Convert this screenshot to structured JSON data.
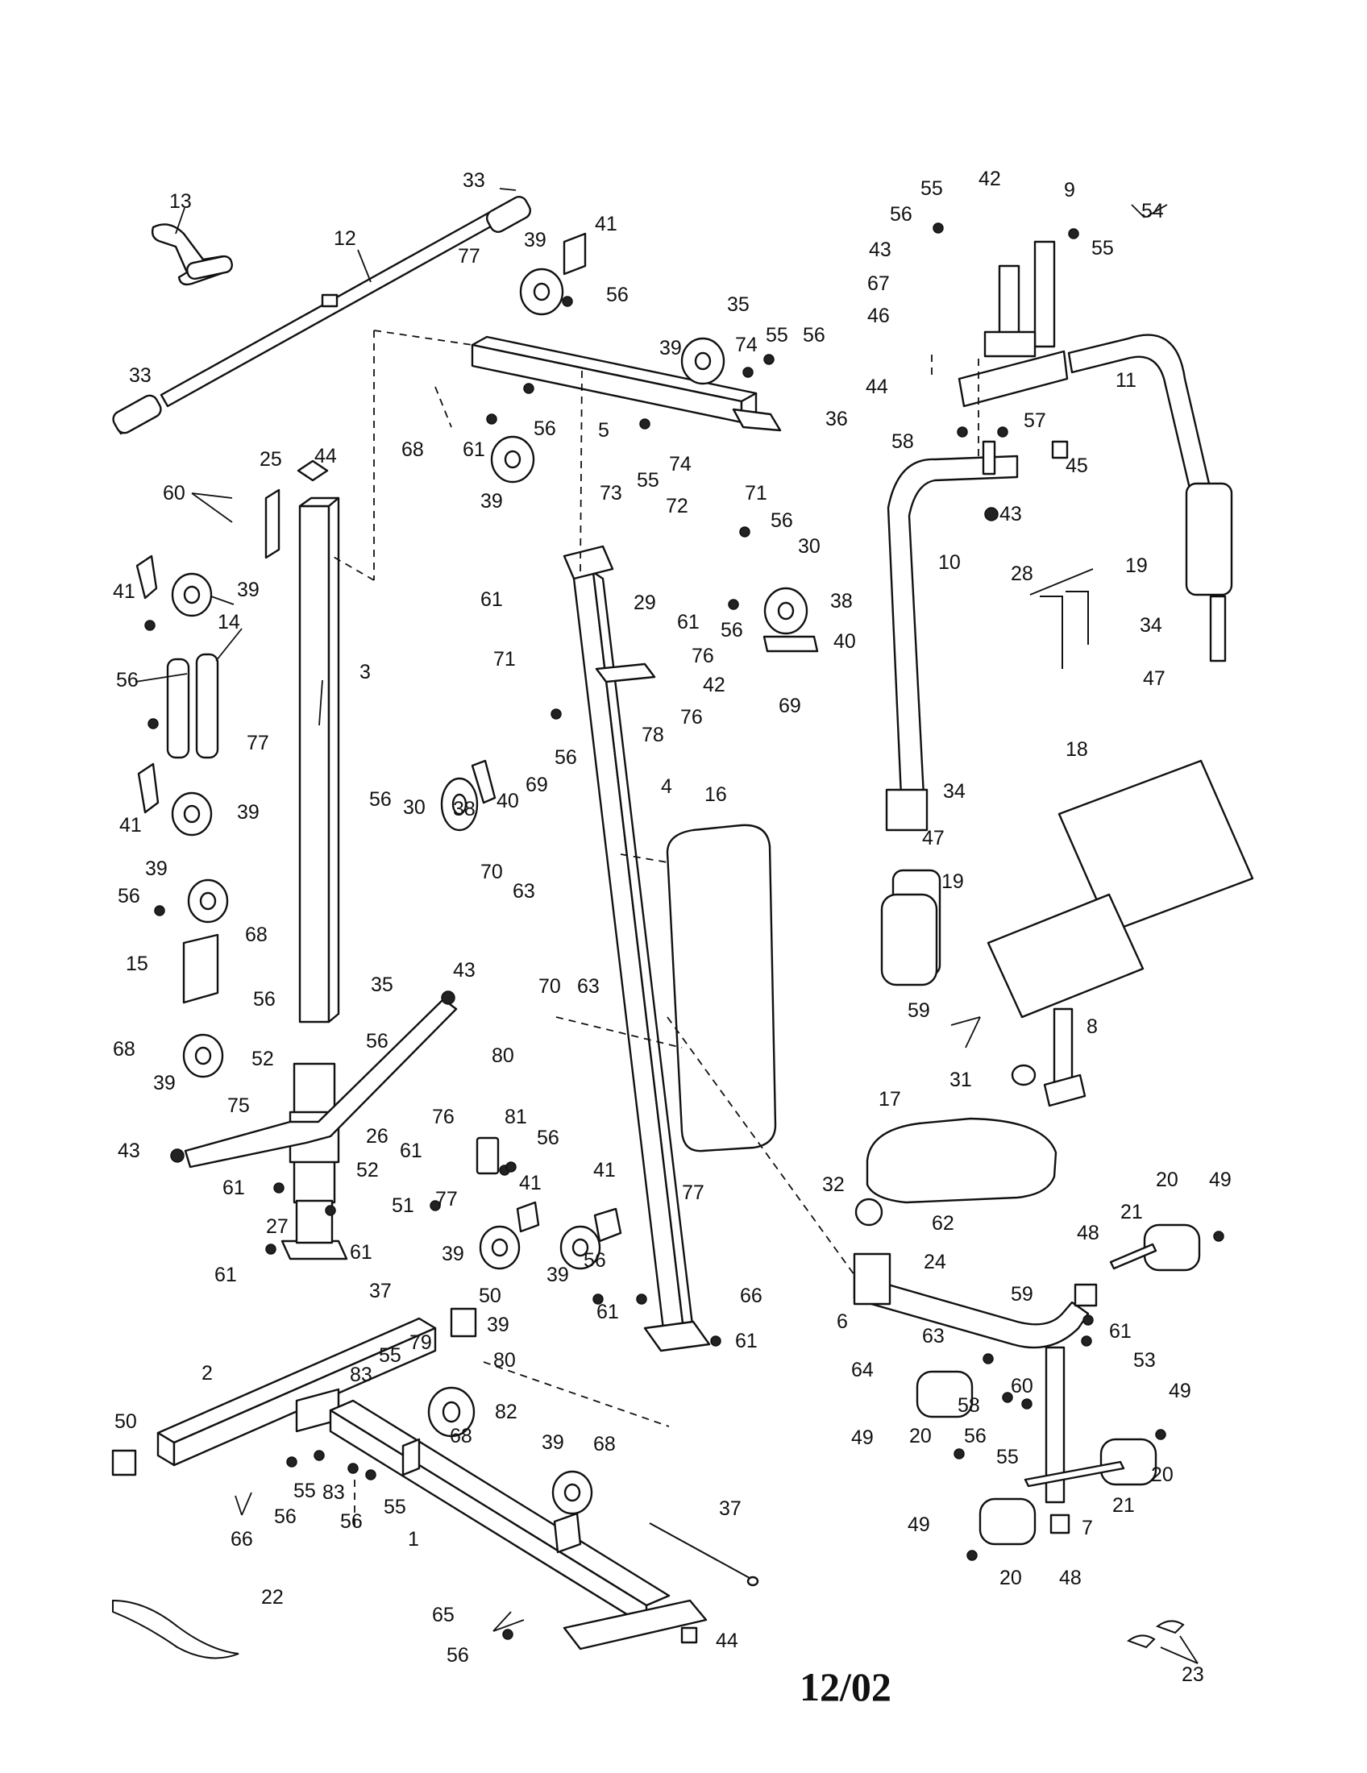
{
  "page_code": "12/02",
  "callouts": [
    {
      "id": "c13",
      "text": "13"
    },
    {
      "id": "c12",
      "text": "12"
    },
    {
      "id": "c33a",
      "text": "33"
    },
    {
      "id": "c33b",
      "text": "33"
    },
    {
      "id": "c77a",
      "text": "77"
    },
    {
      "id": "c39a",
      "text": "39"
    },
    {
      "id": "c41a",
      "text": "41"
    },
    {
      "id": "c56a",
      "text": "56"
    },
    {
      "id": "c35a",
      "text": "35"
    },
    {
      "id": "c39b",
      "text": "39"
    },
    {
      "id": "c74a",
      "text": "74"
    },
    {
      "id": "c55a",
      "text": "55"
    },
    {
      "id": "c56b",
      "text": "56"
    },
    {
      "id": "c5",
      "text": "5"
    },
    {
      "id": "c56c",
      "text": "56"
    },
    {
      "id": "c68a",
      "text": "68"
    },
    {
      "id": "c61a",
      "text": "61"
    },
    {
      "id": "c39c",
      "text": "39"
    },
    {
      "id": "c73",
      "text": "73"
    },
    {
      "id": "c55b",
      "text": "55"
    },
    {
      "id": "c74b",
      "text": "74"
    },
    {
      "id": "c60",
      "text": "60"
    },
    {
      "id": "c25",
      "text": "25"
    },
    {
      "id": "c44a",
      "text": "44"
    },
    {
      "id": "c41b",
      "text": "41"
    },
    {
      "id": "c39d",
      "text": "39"
    },
    {
      "id": "c14",
      "text": "14"
    },
    {
      "id": "c56d",
      "text": "56"
    },
    {
      "id": "c77b",
      "text": "77"
    },
    {
      "id": "c41c",
      "text": "41"
    },
    {
      "id": "c39e",
      "text": "39"
    },
    {
      "id": "c3",
      "text": "3"
    },
    {
      "id": "c39f",
      "text": "39"
    },
    {
      "id": "c56e",
      "text": "56"
    },
    {
      "id": "c15",
      "text": "15"
    },
    {
      "id": "c68b",
      "text": "68"
    },
    {
      "id": "c56f",
      "text": "56"
    },
    {
      "id": "c68c",
      "text": "68"
    },
    {
      "id": "c39g",
      "text": "39"
    },
    {
      "id": "c52a",
      "text": "52"
    },
    {
      "id": "c75",
      "text": "75"
    },
    {
      "id": "c35b",
      "text": "35"
    },
    {
      "id": "c56g",
      "text": "56"
    },
    {
      "id": "c43a",
      "text": "43"
    },
    {
      "id": "c26",
      "text": "26"
    },
    {
      "id": "c43b",
      "text": "43"
    },
    {
      "id": "c61b",
      "text": "61"
    },
    {
      "id": "c52b",
      "text": "52"
    },
    {
      "id": "c27",
      "text": "27"
    },
    {
      "id": "c51",
      "text": "51"
    },
    {
      "id": "c61c",
      "text": "61"
    },
    {
      "id": "c61d",
      "text": "61"
    },
    {
      "id": "c37a",
      "text": "37"
    },
    {
      "id": "c72",
      "text": "72"
    },
    {
      "id": "c61e",
      "text": "61"
    },
    {
      "id": "c71a",
      "text": "71"
    },
    {
      "id": "c56h",
      "text": "56"
    },
    {
      "id": "c30a",
      "text": "30"
    },
    {
      "id": "c38a",
      "text": "38"
    },
    {
      "id": "c29",
      "text": "29"
    },
    {
      "id": "c61f",
      "text": "61"
    },
    {
      "id": "c56i",
      "text": "56"
    },
    {
      "id": "c76a",
      "text": "76"
    },
    {
      "id": "c40a",
      "text": "40"
    },
    {
      "id": "c71b",
      "text": "71"
    },
    {
      "id": "c42a",
      "text": "42"
    },
    {
      "id": "c76b",
      "text": "76"
    },
    {
      "id": "c78",
      "text": "78"
    },
    {
      "id": "c69a",
      "text": "69"
    },
    {
      "id": "c56j",
      "text": "56"
    },
    {
      "id": "c56k",
      "text": "56"
    },
    {
      "id": "c30b",
      "text": "30"
    },
    {
      "id": "c38b",
      "text": "38"
    },
    {
      "id": "c40b",
      "text": "40"
    },
    {
      "id": "c69b",
      "text": "69"
    },
    {
      "id": "c4",
      "text": "4"
    },
    {
      "id": "c16",
      "text": "16"
    },
    {
      "id": "c70a",
      "text": "70"
    },
    {
      "id": "c63a",
      "text": "63"
    },
    {
      "id": "c70b",
      "text": "70"
    },
    {
      "id": "c63b",
      "text": "63"
    },
    {
      "id": "c80a",
      "text": "80"
    },
    {
      "id": "c76c",
      "text": "76"
    },
    {
      "id": "c81",
      "text": "81"
    },
    {
      "id": "c61g",
      "text": "61"
    },
    {
      "id": "c56l",
      "text": "56"
    },
    {
      "id": "c77c",
      "text": "77"
    },
    {
      "id": "c41d",
      "text": "41"
    },
    {
      "id": "c41e",
      "text": "41"
    },
    {
      "id": "c39h",
      "text": "39"
    },
    {
      "id": "c39i",
      "text": "39"
    },
    {
      "id": "c56m",
      "text": "56"
    },
    {
      "id": "c77d",
      "text": "77"
    },
    {
      "id": "c61h",
      "text": "61"
    },
    {
      "id": "c61i",
      "text": "61"
    },
    {
      "id": "c50a",
      "text": "50"
    },
    {
      "id": "c39j",
      "text": "39"
    },
    {
      "id": "c2",
      "text": "2"
    },
    {
      "id": "c79",
      "text": "79"
    },
    {
      "id": "c55c",
      "text": "55"
    },
    {
      "id": "c83a",
      "text": "83"
    },
    {
      "id": "c80b",
      "text": "80"
    },
    {
      "id": "c82",
      "text": "82"
    },
    {
      "id": "c68d",
      "text": "68"
    },
    {
      "id": "c50b",
      "text": "50"
    },
    {
      "id": "c55d",
      "text": "55"
    },
    {
      "id": "c83b",
      "text": "83"
    },
    {
      "id": "c56n",
      "text": "56"
    },
    {
      "id": "c55e",
      "text": "55"
    },
    {
      "id": "c56o",
      "text": "56"
    },
    {
      "id": "c66a",
      "text": "66"
    },
    {
      "id": "c1",
      "text": "1"
    },
    {
      "id": "c39k",
      "text": "39"
    },
    {
      "id": "c68e",
      "text": "68"
    },
    {
      "id": "c37b",
      "text": "37"
    },
    {
      "id": "c65",
      "text": "65"
    },
    {
      "id": "c22",
      "text": "22"
    },
    {
      "id": "c56p",
      "text": "56"
    },
    {
      "id": "c44b",
      "text": "44"
    },
    {
      "id": "c55f",
      "text": "55"
    },
    {
      "id": "c42b",
      "text": "42"
    },
    {
      "id": "c9",
      "text": "9"
    },
    {
      "id": "c54",
      "text": "54"
    },
    {
      "id": "c56q",
      "text": "56"
    },
    {
      "id": "c55g",
      "text": "55"
    },
    {
      "id": "c43c",
      "text": "43"
    },
    {
      "id": "c67",
      "text": "67"
    },
    {
      "id": "c46",
      "text": "46"
    },
    {
      "id": "c11",
      "text": "11"
    },
    {
      "id": "c44c",
      "text": "44"
    },
    {
      "id": "c36",
      "text": "36"
    },
    {
      "id": "c58a",
      "text": "58"
    },
    {
      "id": "c57",
      "text": "57"
    },
    {
      "id": "c45",
      "text": "45"
    },
    {
      "id": "c43d",
      "text": "43"
    },
    {
      "id": "c10",
      "text": "10"
    },
    {
      "id": "c19a",
      "text": "19"
    },
    {
      "id": "c28",
      "text": "28"
    },
    {
      "id": "c34a",
      "text": "34"
    },
    {
      "id": "c47a",
      "text": "47"
    },
    {
      "id": "c18",
      "text": "18"
    },
    {
      "id": "c34b",
      "text": "34"
    },
    {
      "id": "c47b",
      "text": "47"
    },
    {
      "id": "c19b",
      "text": "19"
    },
    {
      "id": "c59a",
      "text": "59"
    },
    {
      "id": "c8",
      "text": "8"
    },
    {
      "id": "c31",
      "text": "31"
    },
    {
      "id": "c17",
      "text": "17"
    },
    {
      "id": "c32",
      "text": "32"
    },
    {
      "id": "c20a",
      "text": "20"
    },
    {
      "id": "c49a",
      "text": "49"
    },
    {
      "id": "c62",
      "text": "62"
    },
    {
      "id": "c48a",
      "text": "48"
    },
    {
      "id": "c21a",
      "text": "21"
    },
    {
      "id": "c24",
      "text": "24"
    },
    {
      "id": "c59b",
      "text": "59"
    },
    {
      "id": "c66b",
      "text": "66"
    },
    {
      "id": "c6",
      "text": "6"
    },
    {
      "id": "c63c",
      "text": "63"
    },
    {
      "id": "c61j",
      "text": "61"
    },
    {
      "id": "c64",
      "text": "64"
    },
    {
      "id": "c58b",
      "text": "58"
    },
    {
      "id": "c60b",
      "text": "60"
    },
    {
      "id": "c53",
      "text": "53"
    },
    {
      "id": "c49b",
      "text": "49"
    },
    {
      "id": "c20b",
      "text": "20"
    },
    {
      "id": "c56r",
      "text": "56"
    },
    {
      "id": "c55h",
      "text": "55"
    },
    {
      "id": "c49c",
      "text": "49"
    },
    {
      "id": "c20c",
      "text": "20"
    },
    {
      "id": "c21b",
      "text": "21"
    },
    {
      "id": "c7",
      "text": "7"
    },
    {
      "id": "c49d",
      "text": "49"
    },
    {
      "id": "c20d",
      "text": "20"
    },
    {
      "id": "c48b",
      "text": "48"
    },
    {
      "id": "c23",
      "text": "23"
    }
  ]
}
